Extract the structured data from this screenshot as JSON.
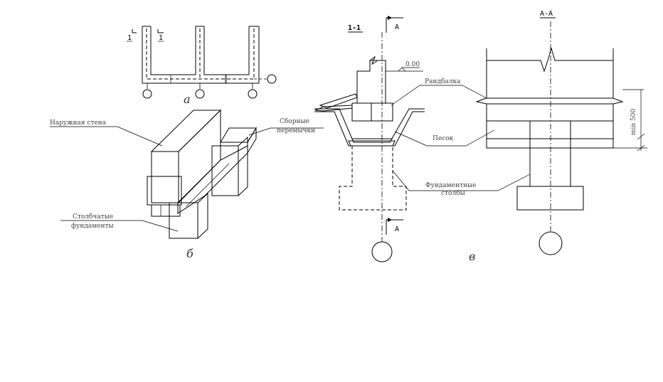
{
  "sections": {
    "a": {
      "letter": "а",
      "cut_left": "1",
      "cut_right": "1"
    },
    "b": {
      "letter": "б",
      "label_outer_wall": "Наружная стена",
      "label_precast_1": "Сборные",
      "label_precast_2": "перемычки",
      "label_column_1": "Столбчатые",
      "label_column_2": "фундаменты"
    },
    "v": {
      "letter": "в",
      "section_title": "1-1",
      "section_title_aa": "А-А",
      "cut_top": "А",
      "cut_bottom": "А",
      "level_mark": "0.00",
      "label_grade_beam": "Рандбалка",
      "label_sand": "Песок",
      "label_pillars_1": "Фундаментные",
      "label_pillars_2": "столбы",
      "dim_min": "min 500"
    }
  },
  "colors": {
    "line": "#000000",
    "text": "#444444",
    "background": "#ffffff"
  }
}
